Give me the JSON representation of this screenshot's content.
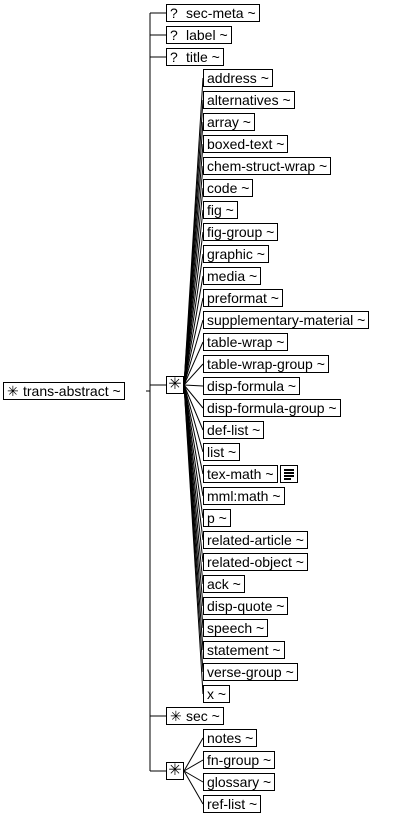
{
  "root": {
    "label": "trans-abstract ~",
    "icon": "✳"
  },
  "optional_marker": "?",
  "choice_marker": "✳",
  "top_children": [
    {
      "label": "sec-meta ~",
      "optional": true
    },
    {
      "label": "label ~",
      "optional": true
    },
    {
      "label": "title ~",
      "optional": true
    }
  ],
  "group1": {
    "items": [
      "address ~",
      "alternatives ~",
      "array ~",
      "boxed-text ~",
      "chem-struct-wrap ~",
      "code ~",
      "fig ~",
      "fig-group ~",
      "graphic ~",
      "media ~",
      "preformat ~",
      "supplementary-material ~",
      "table-wrap ~",
      "table-wrap-group ~",
      "disp-formula ~",
      "disp-formula-group ~",
      "def-list ~",
      "list ~",
      "tex-math ~",
      "mml:math ~",
      "p ~",
      "related-article ~",
      "related-object ~",
      "ack ~",
      "disp-quote ~",
      "speech ~",
      "statement ~",
      "verse-group ~",
      "x ~"
    ],
    "doc_icon_after": "tex-math ~"
  },
  "sec": {
    "label": "sec ~",
    "icon": "✳"
  },
  "group2": {
    "items": [
      "notes ~",
      "fn-group ~",
      "glossary ~",
      "ref-list ~"
    ]
  }
}
